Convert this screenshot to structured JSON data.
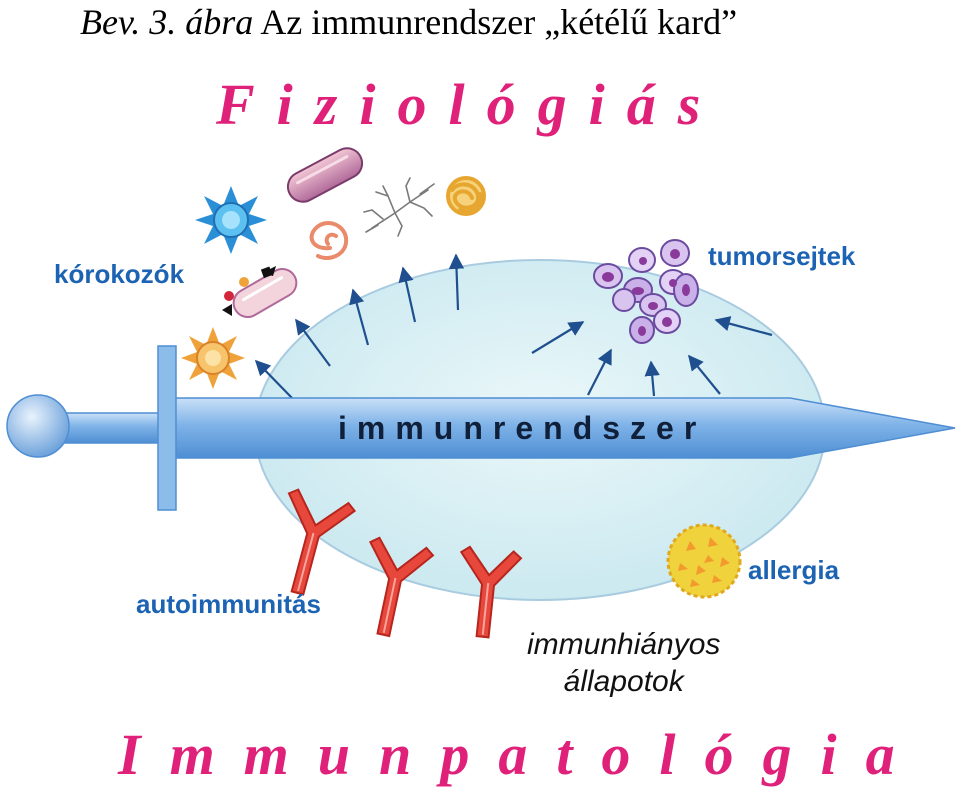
{
  "caption": {
    "prefix": "Bev. 3. ábra",
    "title": "Az immunrendszer „kétélű kard”"
  },
  "top_heading": "Fiziológiás",
  "bottom_heading": "Immunpatológia",
  "sword_label": "immunrendszer",
  "labels": {
    "pathogens": "kórokozók",
    "tumor_cells": "tumorsejtek",
    "autoimmunity": "autoimmunitás",
    "allergy": "allergia",
    "immunodeficiency_line1": "immunhiányos",
    "immunodeficiency_line2": "állapotok"
  },
  "colors": {
    "heading_pink": "#e0217a",
    "label_blue": "#1c63b3",
    "sword_blue": "#7fb3e8",
    "ellipse_fill": "#d9f0f4",
    "antibody_red": "#e8473c",
    "arrow_blue": "#1f4f8f"
  },
  "icons": [
    "blue-star-pathogen-icon",
    "orange-star-pathogen-icon",
    "bacterium-rod-icon",
    "spiral-bacterium-icon",
    "fungus-hyphae-icon",
    "yarn-bacterium-icon",
    "tumor-cell-cluster-icon",
    "antibody-icon",
    "pollen-allergen-icon"
  ]
}
